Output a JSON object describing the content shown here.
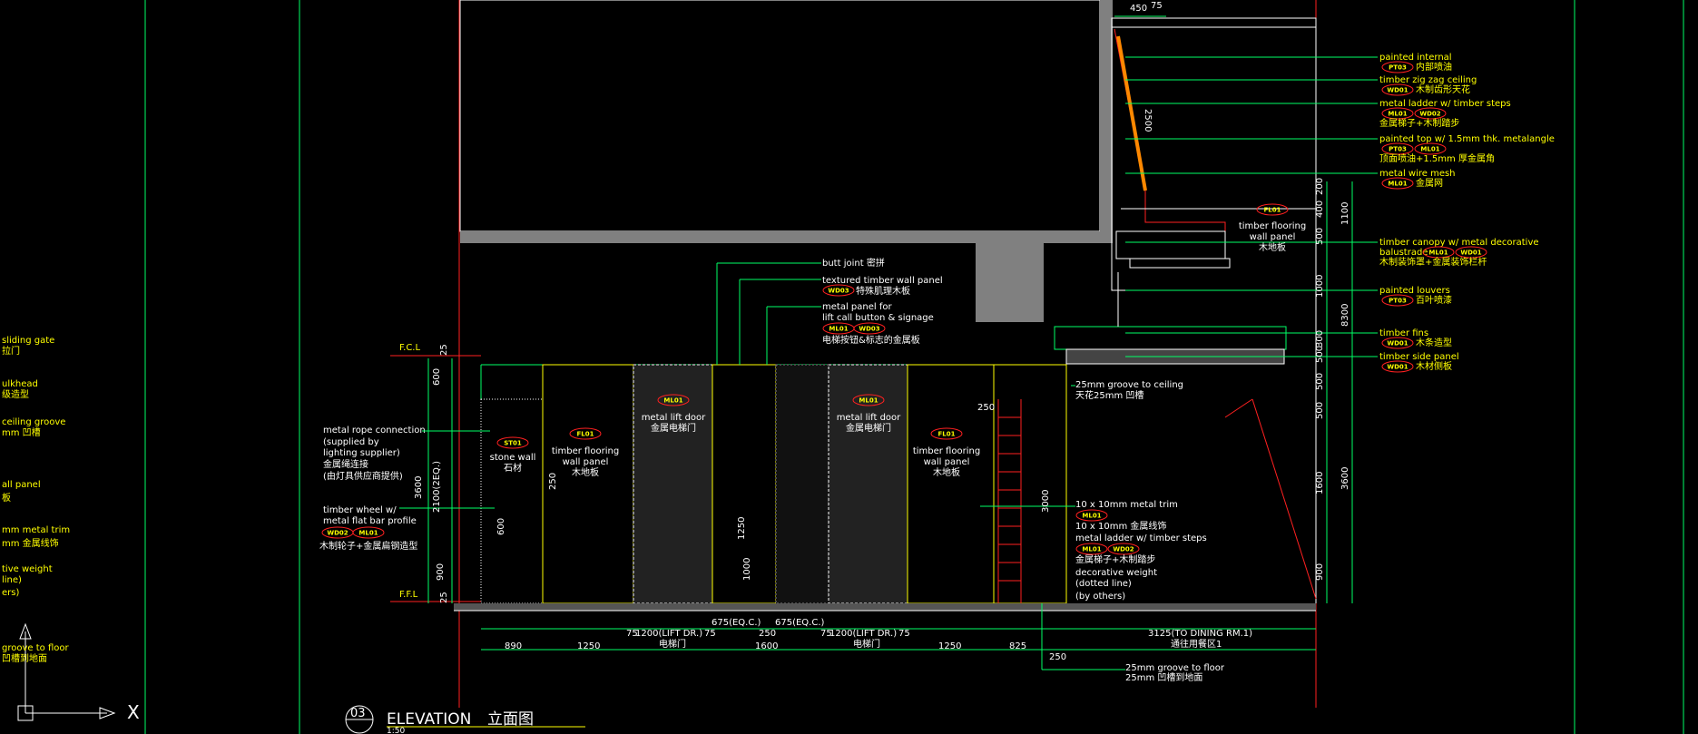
{
  "colors": {
    "background": "#000000",
    "frame": "#00ff66",
    "text": "#ffff00",
    "wall": "#ff2020",
    "tag": "#ff2020",
    "slab": "#808080"
  },
  "left_notes": [
    {
      "text": "sliding gate"
    },
    {
      "text": "拉门"
    },
    {
      "text": "ulkhead"
    },
    {
      "text": "级造型"
    },
    {
      "text": "ceiling groove"
    },
    {
      "text": "mm 凹槽"
    },
    {
      "text": "all panel"
    },
    {
      "text": "板"
    },
    {
      "text": "mm metal trim"
    },
    {
      "text": "mm 金属线饰"
    },
    {
      "text": "tive weight"
    },
    {
      "text": "line)"
    },
    {
      "text": "ers)"
    },
    {
      "text": "groove to floor"
    },
    {
      "text": "凹槽到地面"
    }
  ],
  "axis_label": "X",
  "top_dims": [
    "450",
    "75"
  ],
  "right_notes": [
    {
      "en": "painted internal",
      "tag": "PT03",
      "cn": "内部喷油"
    },
    {
      "en": "timber zig zag ceiling",
      "tag": "WD01",
      "cn": "木制齿形天花"
    },
    {
      "en": "metal ladder w/ timber steps",
      "tag": "ML01",
      "tag2": "WD02",
      "cn": "金属梯子+木制踏步"
    },
    {
      "en": "painted top w/ 1.5mm thk. metalangle",
      "tag": "PT03",
      "tag2": "ML01",
      "cn": "顶面喷油+1.5mm 厚金属角"
    },
    {
      "en": "metal wire mesh",
      "tag": "ML01",
      "cn": "金属网"
    },
    {
      "en": "timber canopy w/ metal decorative",
      "en2": "balustrade",
      "tag": "ML01",
      "tag2": "WD01",
      "cn": "木制装饰罩+金属装饰栏杆"
    },
    {
      "en": "painted louvers",
      "tag": "PT03",
      "cn": "百叶喷漆"
    },
    {
      "en": "timber fins",
      "tag": "WD01",
      "cn": "木条造型"
    },
    {
      "en": "timber side panel",
      "tag": "WD01",
      "cn": "木材侧板"
    }
  ],
  "right_dims": [
    "200",
    "400",
    "500",
    "1100",
    "1000",
    "300",
    "8300",
    "500",
    "500",
    "500",
    "1600",
    "3600",
    "900"
  ],
  "stair_dim": "2500",
  "floor_panel_upper": {
    "tag": "FL01",
    "line1": "timber flooring",
    "line2": "wall panel",
    "cn": "木地板"
  },
  "middle_notes": [
    {
      "en": "butt joint",
      "cn": "密拼"
    },
    {
      "en": "textured timber wall panel",
      "tag": "WD03",
      "cn": "特殊肌理木板"
    },
    {
      "en": "metal panel for",
      "en2": "lift call button & signage",
      "tag": "ML01",
      "tag2": "WD03",
      "cn": "电梯按钮&标志的金属板"
    }
  ],
  "elev_notes": [
    {
      "en": "25mm groove to ceiling",
      "cn": "天花25mm 凹槽"
    },
    {
      "en": "10 x 10mm metal trim",
      "tag": "ML01",
      "cn": "10 x 10mm 金属线饰"
    },
    {
      "en": "metal ladder w/ timber steps",
      "tag": "ML01",
      "tag2": "WD02",
      "cn": "金属梯子+木制踏步"
    },
    {
      "en": "decorative weight",
      "en2": "(dotted line)",
      "en3": "(by others)"
    }
  ],
  "left_elev_notes": [
    {
      "en": "metal rope connection",
      "en2": "(supplied by",
      "en3": "lighting supplier)",
      "cn": "金属绳连接",
      "cn2": "(由灯具供应商提供)"
    },
    {
      "en": "timber wheel w/",
      "en2": "metal flat bar profile",
      "tag": "WD02",
      "tag2": "ML01",
      "cn": "木制轮子+金属扁钢造型"
    }
  ],
  "panels": {
    "stone": {
      "tag": "ST01",
      "label": "stone wall",
      "cn": "石材"
    },
    "flooring_left": {
      "tag": "FL01",
      "line1": "timber flooring",
      "line2": "wall panel",
      "cn": "木地板"
    },
    "lift_left": {
      "tag": "ML01",
      "label": "metal lift door",
      "cn": "金属电梯门"
    },
    "lift_right": {
      "tag": "ML01",
      "label": "metal lift door",
      "cn": "金属电梯门"
    },
    "flooring_right": {
      "tag": "FL01",
      "line1": "timber flooring",
      "line2": "wall panel",
      "cn": "木地板"
    }
  },
  "level_marks": {
    "top": "F.C.L",
    "bottom": "F.F.L"
  },
  "left_dims": [
    "25",
    "600",
    "3600",
    "2100(2EQ.)",
    "900",
    "25"
  ],
  "inner_dims": [
    "250",
    "600",
    "1000",
    "1250",
    "3000",
    "250"
  ],
  "bottom_dims_top": [
    "675(EQ.C.)",
    "675(EQ.C.)"
  ],
  "bottom_dims_mid": [
    {
      "text": "75",
      "cn": ""
    },
    {
      "text": "1200(LIFT DR.)",
      "cn": "电梯门"
    },
    {
      "text": "75",
      "cn": ""
    },
    {
      "text": "250",
      "cn": ""
    },
    {
      "text": "75",
      "cn": ""
    },
    {
      "text": "1200(LIFT DR.)",
      "cn": "电梯门"
    },
    {
      "text": "75",
      "cn": ""
    },
    {
      "text": "3125(TO DINING RM.1)",
      "cn": "通往用餐区1"
    }
  ],
  "bottom_dims_row": [
    "890",
    "1250",
    "1600",
    "1250",
    "825",
    "250"
  ],
  "bottom_notes": [
    {
      "en": "25mm groove to floor",
      "cn": "25mm 凹槽到地面"
    }
  ],
  "title_block": {
    "number": "03",
    "title": "ELEVATION",
    "cn": "立面图",
    "scale": "1:50"
  }
}
